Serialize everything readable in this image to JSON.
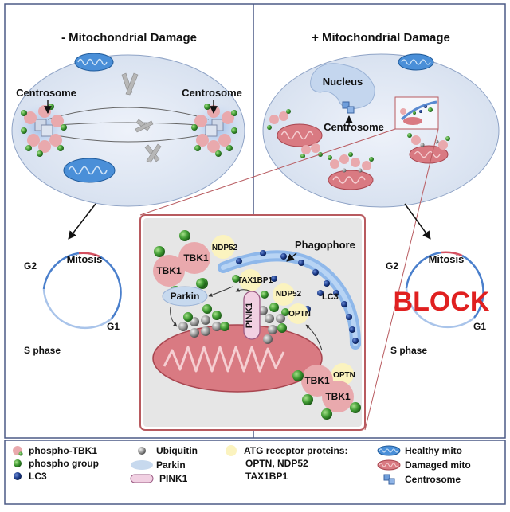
{
  "panels": {
    "left_title": "- Mitochondrial Damage",
    "right_title": "+ Mitochondrial Damage"
  },
  "labels": {
    "centrosome": "Centrosome",
    "nucleus": "Nucleus",
    "mitosis": "Mitosis",
    "g1": "G1",
    "g2": "G2",
    "s_phase": "S phase",
    "block": "BLOCK"
  },
  "inset": {
    "tbk1": "TBK1",
    "ndp52": "NDP52",
    "phagophore": "Phagophore",
    "tax1bp1": "TAX1BP1",
    "lc3": "LC3",
    "parkin": "Parkin",
    "optn": "OPTN",
    "pink1": "PINK1"
  },
  "legend": {
    "phospho_tbk1": "phospho-TBK1",
    "phospho_group": "phospho group",
    "lc3": "LC3",
    "ubiquitin": "Ubiquitin",
    "parkin": "Parkin",
    "pink1": "PINK1",
    "atg_title": "ATG receptor proteins:",
    "atg_line1": "OPTN, NDP52",
    "atg_line2": "TAX1BP1",
    "healthy_mito": "Healthy mito",
    "damaged_mito": "Damaged mito",
    "centrosome": "Centrosome"
  },
  "colors": {
    "tbk1_pink": "#e9a9ad",
    "phospho_green": "#3f9a32",
    "lc3_blue": "#1f3f8f",
    "parkin_blue": "#c7d9ee",
    "atg_yellow": "#fbf3bf",
    "block_red": "#e02020",
    "inset_border": "#b85a5f"
  }
}
